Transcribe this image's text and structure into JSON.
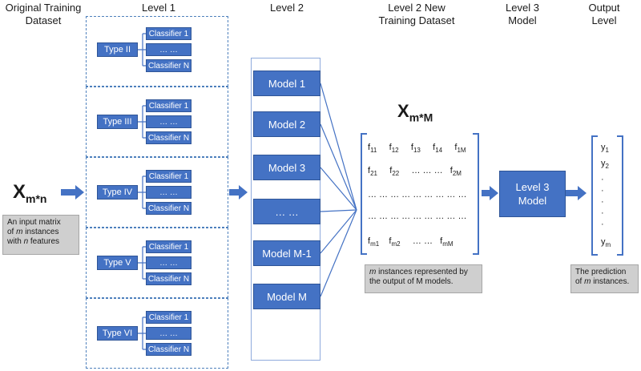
{
  "headers": {
    "original_1": "Original Training",
    "original_2": "Dataset",
    "level1": "Level 1",
    "level2": "Level 2",
    "newds_1": "Level 2 New",
    "newds_2": "Training Dataset",
    "level3_1": "Level 3",
    "level3_2": "Model",
    "output_1": "Output",
    "output_2": "Level"
  },
  "input": {
    "symbol": "X",
    "subscript": "m*n",
    "note_1": "An input matrix",
    "note_2a": "of ",
    "note_2b": "m",
    "note_2c": " instances",
    "note_3a": "with ",
    "note_3b": "n",
    "note_3c": " features"
  },
  "level1_groups": [
    {
      "type": "Type II",
      "classifiers": [
        "Classifier 1",
        "… …",
        "Classifier N"
      ]
    },
    {
      "type": "Type III",
      "classifiers": [
        "Classifier 1",
        "… …",
        "Classifier N"
      ]
    },
    {
      "type": "Type IV",
      "classifiers": [
        "Classifier 1",
        "… …",
        "Classifier N"
      ]
    },
    {
      "type": "Type V",
      "classifiers": [
        "Classifier 1",
        "… …",
        "Classifier N"
      ]
    },
    {
      "type": "Type VI",
      "classifiers": [
        "Classifier 1",
        "… …",
        "Classifier N"
      ]
    }
  ],
  "level2_models": [
    "Model 1",
    "Model 2",
    "Model 3",
    "… …",
    "Model M-1",
    "Model M"
  ],
  "new_dataset": {
    "symbol": "X",
    "subscript": "m*M",
    "row1": [
      "f",
      "11",
      "f",
      "12",
      "f",
      "13",
      "f",
      "14",
      "f",
      "1M"
    ],
    "row2": [
      "f",
      "21",
      "f",
      "22",
      "… … …",
      "f",
      "2M"
    ],
    "row3": "… … … … … … … … …",
    "row4": "… … … … … … … … …",
    "row5": [
      "f",
      "m1",
      "f",
      "m2",
      "… …",
      "f",
      "mM"
    ],
    "note_1a": "m",
    "note_1b": " instances represented by",
    "note_2": "the output of M models."
  },
  "level3": {
    "line1": "Level 3",
    "line2": "Model"
  },
  "output": {
    "y": "y",
    "sub1": "1",
    "sub2": "2",
    "dot": "·",
    "subm": "m",
    "note_1": "The prediction",
    "note_2a": "of ",
    "note_2b": "m",
    "note_2c": " instances."
  },
  "colors": {
    "box_blue": "#4472c4",
    "border_blue": "#2f5597",
    "note_gray": "#cfcfcf"
  }
}
